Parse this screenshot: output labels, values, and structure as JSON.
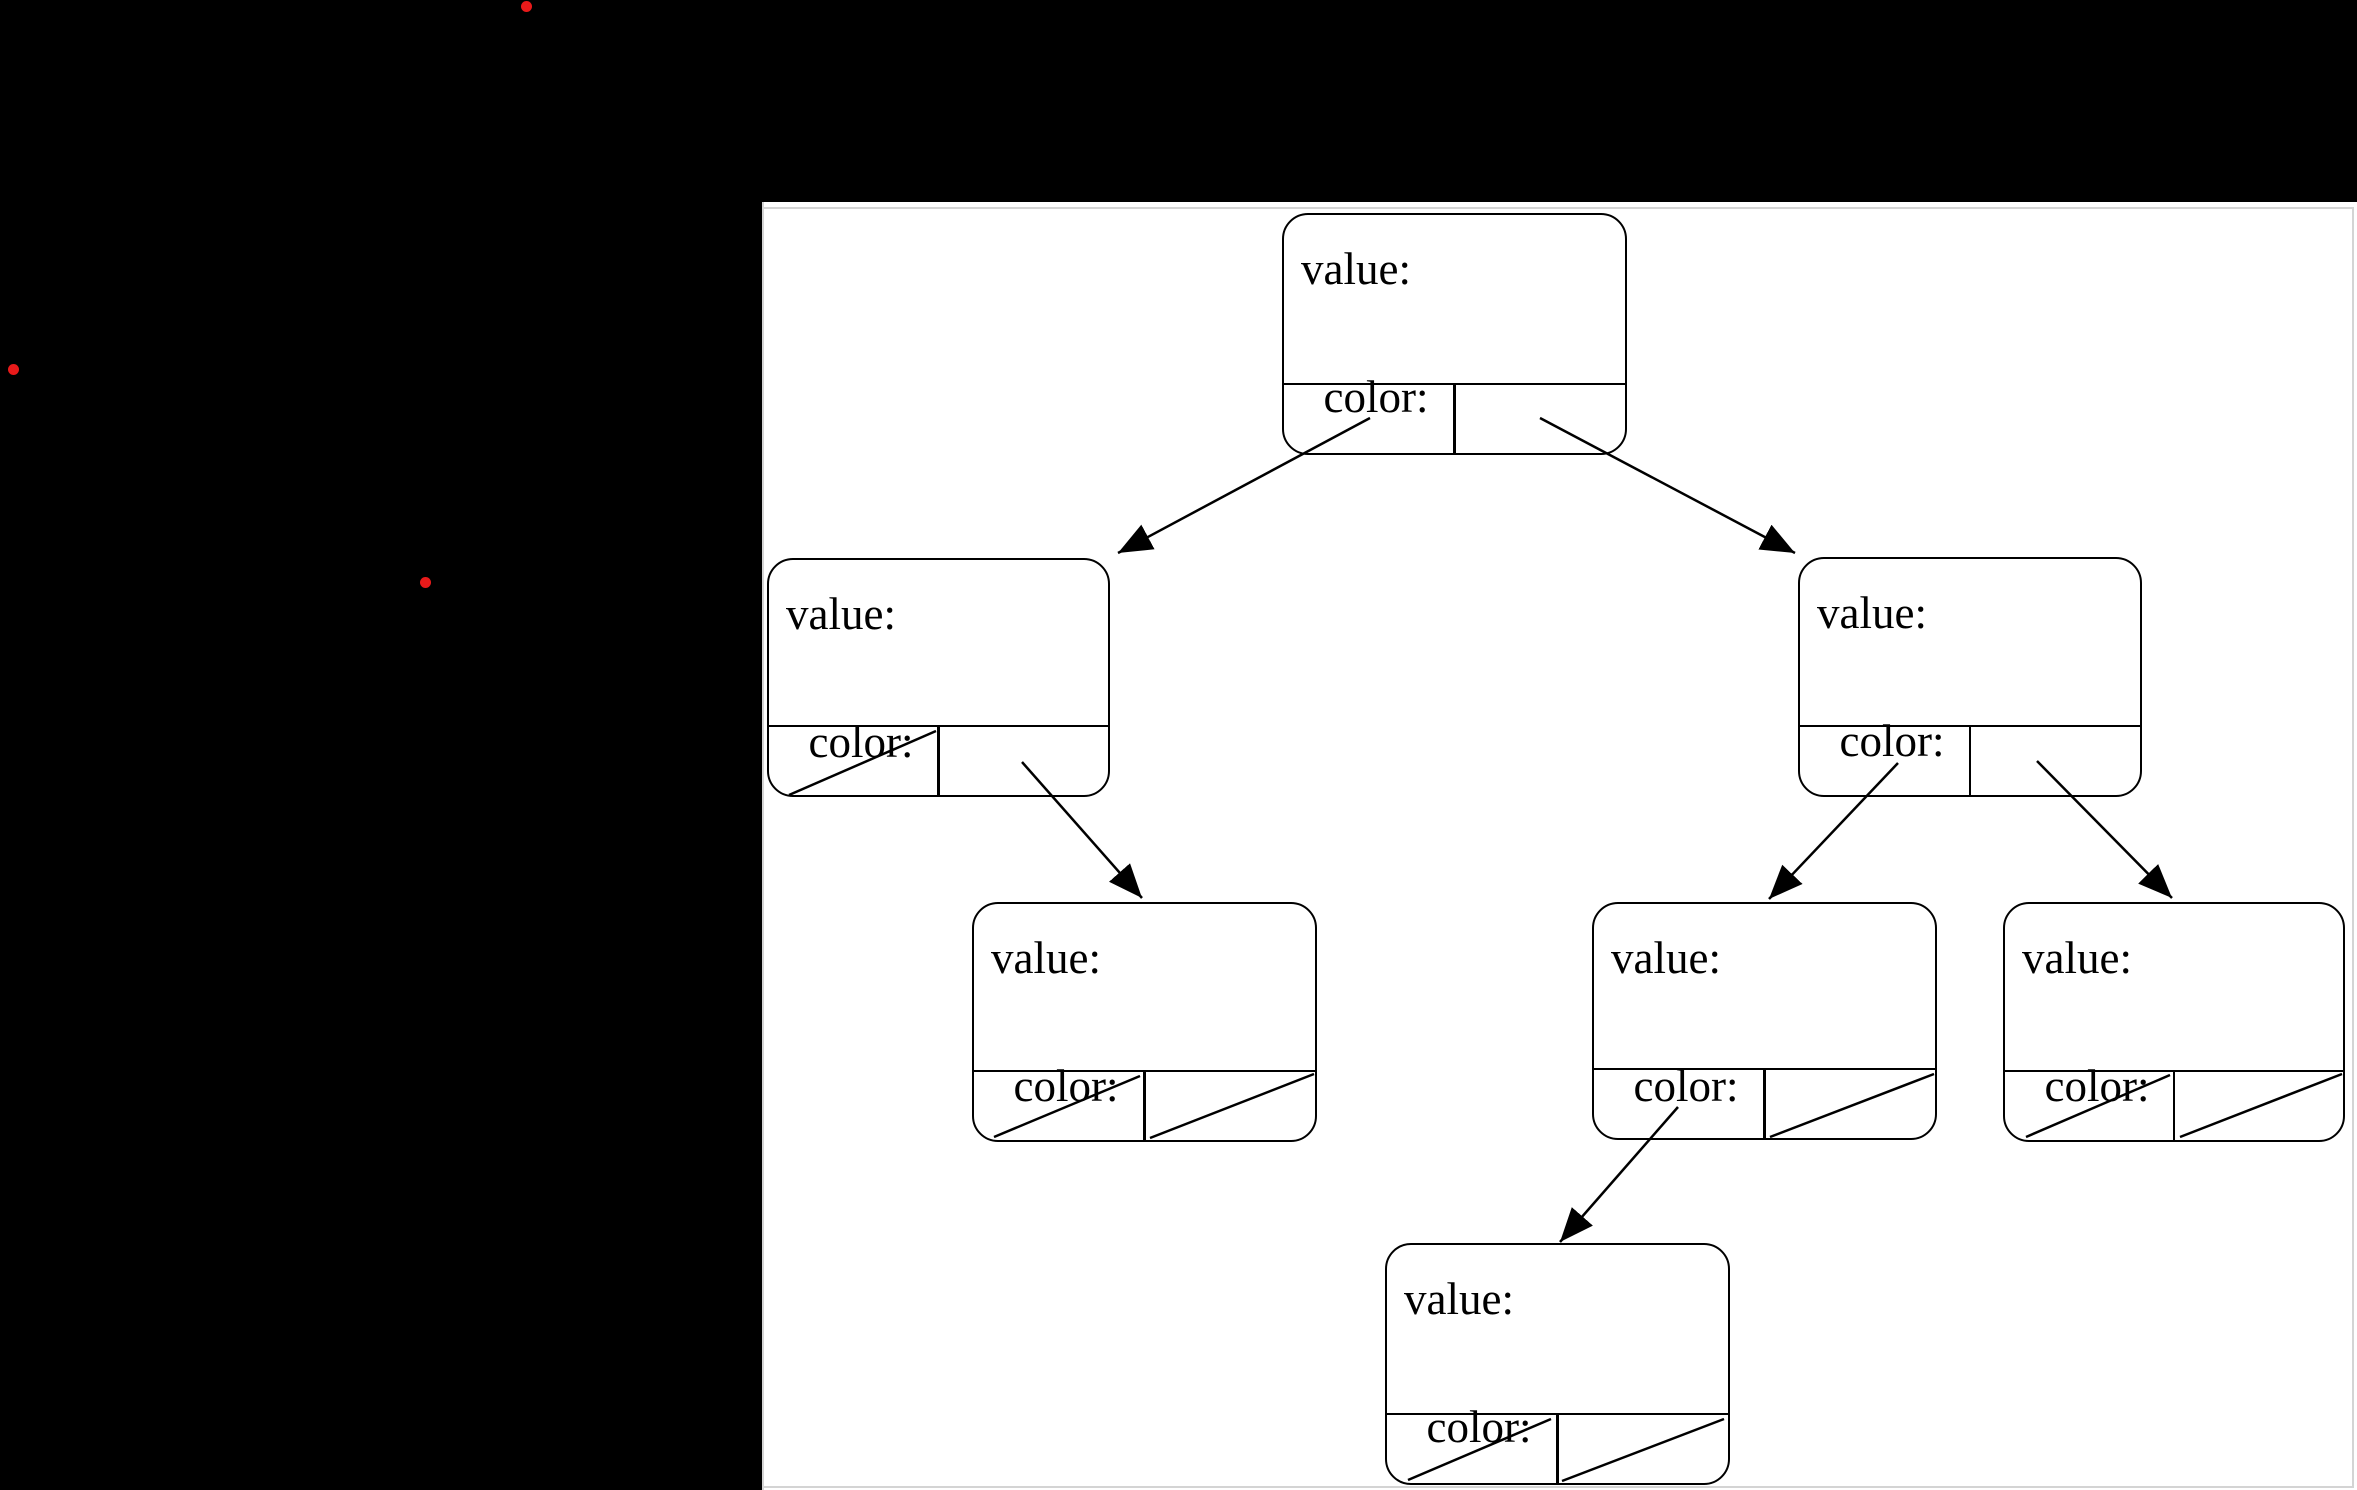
{
  "colors": {
    "background": "#000000",
    "panel_background": "#ffffff",
    "panel_border": "#d4d4d4",
    "node_border": "#000000",
    "text": "#000000",
    "arrow": "#000000",
    "marker_red": "#e81a1a"
  },
  "diagram": {
    "kind": "binary-tree-node-records",
    "field_labels": {
      "value": "value:",
      "color": "color:"
    },
    "nodes": [
      {
        "id": "root",
        "value_label": "value:",
        "color_label": "color:",
        "left_pointer": "node-l",
        "right_pointer": "node-r"
      },
      {
        "id": "node-l",
        "value_label": "value:",
        "color_label": "color:",
        "left_pointer": "null",
        "right_pointer": "node-lr"
      },
      {
        "id": "node-r",
        "value_label": "value:",
        "color_label": "color:",
        "left_pointer": "node-rl",
        "right_pointer": "node-rr"
      },
      {
        "id": "node-lr",
        "value_label": "value:",
        "color_label": "color:",
        "left_pointer": "null",
        "right_pointer": "null"
      },
      {
        "id": "node-rl",
        "value_label": "value:",
        "color_label": "color:",
        "left_pointer": "node-rll",
        "right_pointer": "null"
      },
      {
        "id": "node-rr",
        "value_label": "value:",
        "color_label": "color:",
        "left_pointer": "null",
        "right_pointer": "null"
      },
      {
        "id": "node-rll",
        "value_label": "value:",
        "color_label": "color:",
        "left_pointer": "null",
        "right_pointer": "null"
      }
    ],
    "markers": [
      {
        "id": "red-dot-1"
      },
      {
        "id": "red-dot-2"
      },
      {
        "id": "red-dot-3"
      }
    ]
  }
}
